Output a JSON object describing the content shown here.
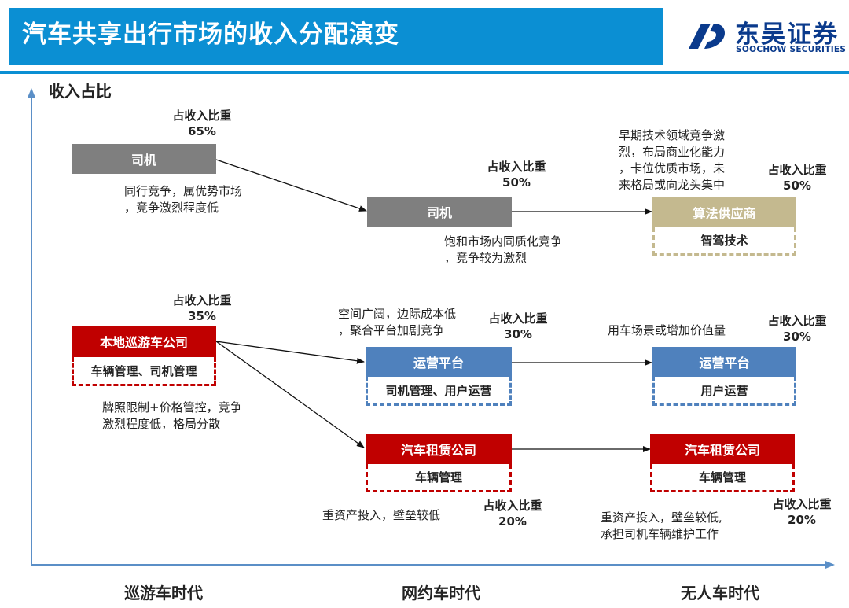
{
  "header": {
    "title": "汽车共享出行市场的收入分配演变",
    "logo_cn": "东吴证券",
    "logo_en": "SOOCHOW SECURITIES"
  },
  "axis": {
    "y_label": "收入占比",
    "eras": [
      "巡游车时代",
      "网约车时代",
      "无人车时代"
    ]
  },
  "share_label": "占收入比重",
  "era1": {
    "driver": {
      "box": "司机",
      "share": "65%",
      "note": [
        "同行竞争，属优势市场",
        "，竞争激烈程度低"
      ]
    },
    "taxi_company": {
      "box": "本地巡游车公司",
      "sub": "车辆管理、司机管理",
      "share": "35%",
      "note": [
        "牌照限制+价格管控，竞争",
        "激烈程度低，格局分散"
      ]
    }
  },
  "era2": {
    "driver": {
      "box": "司机",
      "share": "50%",
      "note": [
        "饱和市场内同质化竞争",
        "，竞争较为激烈"
      ]
    },
    "platform": {
      "box": "运营平台",
      "sub": "司机管理、用户运营",
      "share": "30%",
      "note": [
        "空间广阔，边际成本低",
        "，聚合平台加剧竞争"
      ]
    },
    "rental": {
      "box": "汽车租赁公司",
      "sub": "车辆管理",
      "share": "20%",
      "note": [
        "重资产投入，壁垒较低"
      ]
    }
  },
  "era3": {
    "algorithm": {
      "box": "算法供应商",
      "sub": "智驾技术",
      "share": "50%",
      "note": [
        "早期技术领域竞争激",
        "烈，布局商业化能力",
        "，卡位优质市场，未",
        "来格局或向龙头集中"
      ]
    },
    "platform": {
      "box": "运营平台",
      "sub": "用户运营",
      "share": "30%",
      "note": [
        "用车场景或增加价值量"
      ]
    },
    "rental": {
      "box": "汽车租赁公司",
      "sub": "车辆管理",
      "share": "20%",
      "note": [
        "重资产投入，壁垒较低,",
        "承担司机车辆维护工作"
      ]
    }
  },
  "colors": {
    "title_bar": "#0b8fd3",
    "gray": "#7f7f7f",
    "red": "#c00000",
    "blue": "#4f81bd",
    "tan": "#c4b98f",
    "logo": "#0a3a8c"
  }
}
